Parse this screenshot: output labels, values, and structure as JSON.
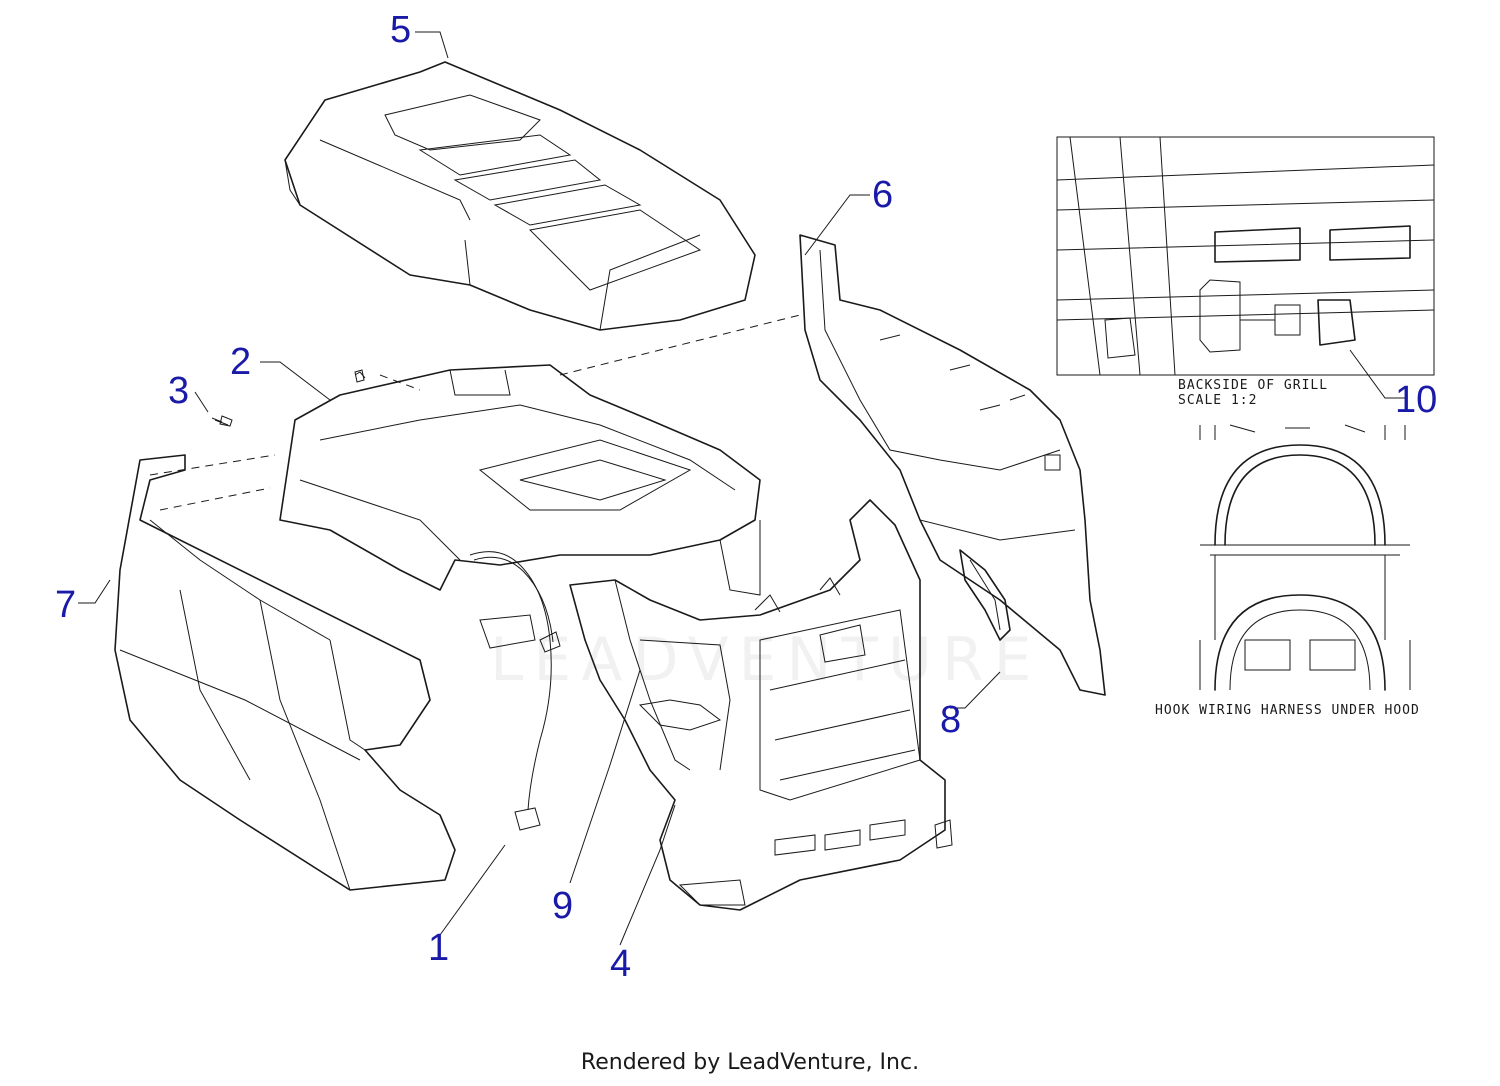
{
  "callouts": {
    "c1": "1",
    "c2": "2",
    "c3": "3",
    "c4": "4",
    "c5": "5",
    "c6": "6",
    "c7": "7",
    "c8": "8",
    "c9": "9",
    "c10": "10"
  },
  "detail_top": {
    "line1": "BACKSIDE OF GRILL",
    "line2": "SCALE 1:2"
  },
  "detail_bottom": {
    "caption": "HOOK WIRING HARNESS UNDER HOOD"
  },
  "watermark": "LEADVENTURE",
  "footer": "Rendered by LeadVenture, Inc.",
  "colors": {
    "callout": "#1a1aa8",
    "line": "#1a1a1a",
    "background": "#ffffff"
  }
}
